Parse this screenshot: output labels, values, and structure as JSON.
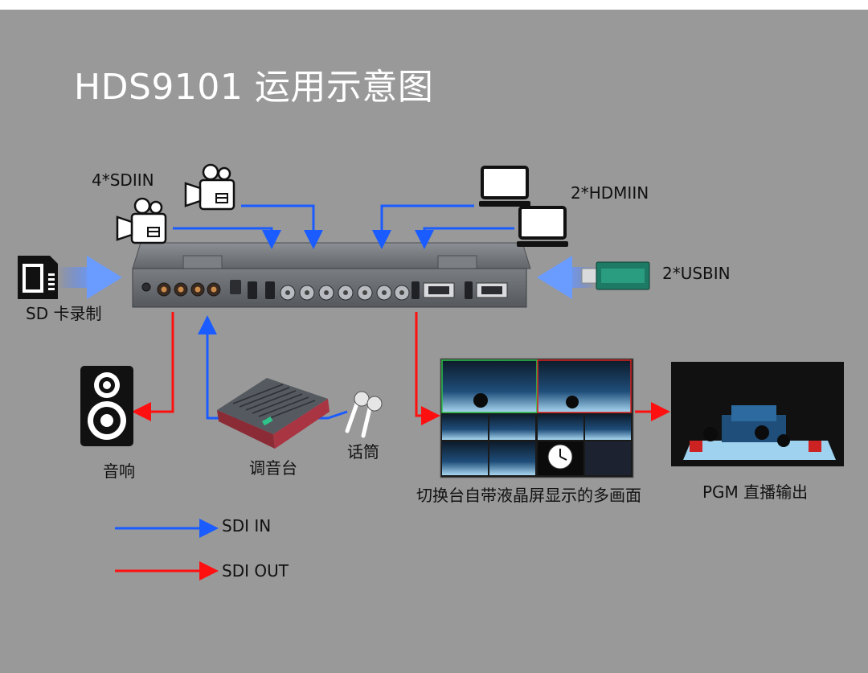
{
  "title": "HDS9101 运用示意图",
  "labels": {
    "sdi_in_cameras": "4*SDIIN",
    "hdmi_in": "2*HDMIIN",
    "usb_in": "2*USBIN",
    "sd_card": "SD 卡录制",
    "speaker": "音响",
    "mixer": "调音台",
    "microphone": "话筒",
    "multiview": "切换台自带液晶屏显示的多画面",
    "pgm": "PGM 直播输出"
  },
  "legend": [
    {
      "label": "SDI IN",
      "color": "#1a5cff"
    },
    {
      "label": "SDI OUT",
      "color": "#ff1010"
    }
  ],
  "colors": {
    "background": "#999999",
    "in_arrow": "#1a5cff",
    "out_arrow": "#ff1010"
  },
  "icons": [
    "camera-icon",
    "monitor-icon",
    "sd-card-icon",
    "usb-drive-icon",
    "speaker-icon",
    "mixer-icon",
    "microphone-icon"
  ]
}
